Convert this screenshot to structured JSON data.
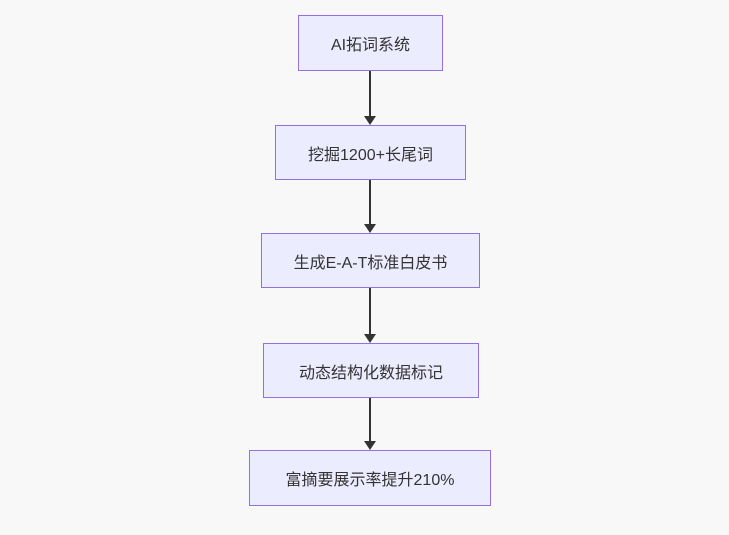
{
  "diagram": {
    "type": "flowchart",
    "direction": "top-down",
    "colors": {
      "background": "#f8f8f8",
      "node_fill": "#ececff",
      "node_border": "#9370db",
      "node_text": "#333333",
      "arrow": "#333333"
    },
    "nodes": [
      {
        "id": "n1",
        "label": "AI拓词系统"
      },
      {
        "id": "n2",
        "label": "挖掘1200+长尾词"
      },
      {
        "id": "n3",
        "label": "生成E-A-T标准白皮书"
      },
      {
        "id": "n4",
        "label": "动态结构化数据标记"
      },
      {
        "id": "n5",
        "label": "富摘要展示率提升210%"
      }
    ],
    "edges": [
      {
        "from": "n1",
        "to": "n2"
      },
      {
        "from": "n2",
        "to": "n3"
      },
      {
        "from": "n3",
        "to": "n4"
      },
      {
        "from": "n4",
        "to": "n5"
      }
    ]
  }
}
